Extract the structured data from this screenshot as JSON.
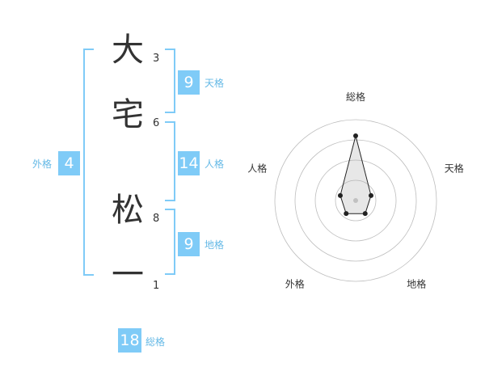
{
  "name": {
    "characters": [
      {
        "char": "大",
        "strokes": "3"
      },
      {
        "char": "宅",
        "strokes": "6"
      },
      {
        "char": "松",
        "strokes": "8"
      },
      {
        "char": "一",
        "strokes": "1"
      }
    ]
  },
  "fortune": {
    "tenkaku": {
      "value": "9",
      "label": "天格"
    },
    "jinkaku": {
      "value": "14",
      "label": "人格"
    },
    "chikaku": {
      "value": "9",
      "label": "地格"
    },
    "gaikaku": {
      "value": "4",
      "label": "外格"
    },
    "soukaku": {
      "value": "18",
      "label": "総格"
    }
  },
  "chart_data": {
    "type": "radar",
    "axes": [
      "総格",
      "天格",
      "地格",
      "外格",
      "人格"
    ],
    "values": [
      4,
      1,
      1,
      1,
      1
    ],
    "rmax": 5,
    "rings": 4
  },
  "colors": {
    "accent": "#7fcbf7",
    "label": "#65b9e6",
    "text": "#333333"
  }
}
